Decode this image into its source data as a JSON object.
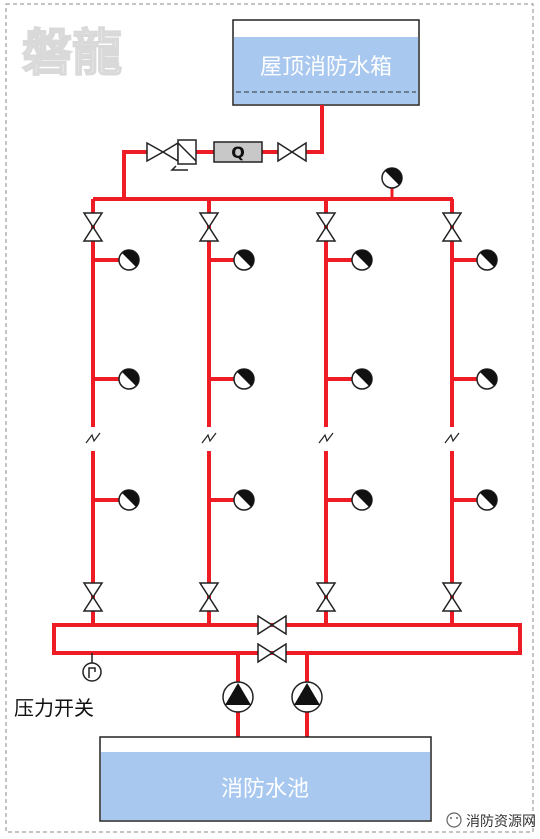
{
  "watermark": "磐龍",
  "roof_tank": {
    "label": "屋顶消防水箱"
  },
  "pool": {
    "label": "消防水池"
  },
  "pressure_switch": {
    "label": "压力开关"
  },
  "flow_meter": {
    "label": "Q"
  },
  "credit": {
    "label": "消防资源网"
  },
  "colors": {
    "pipe": "#ee1c25",
    "water": "#a9c8f0",
    "water_edge": "#6f9fd8",
    "valve": "#222222"
  }
}
